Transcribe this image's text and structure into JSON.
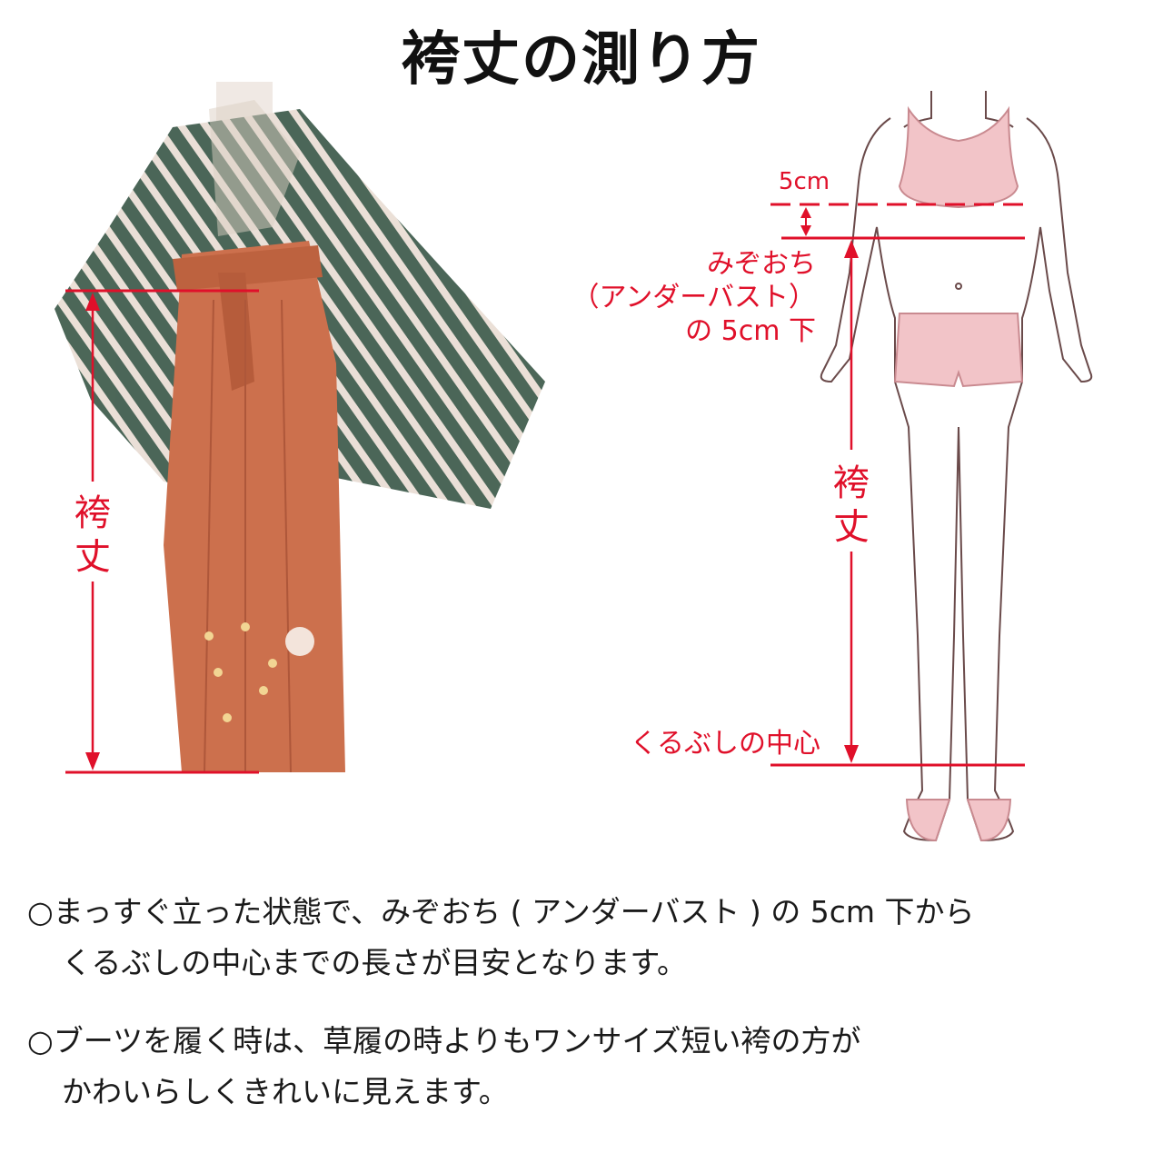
{
  "title": "袴丈の測り方",
  "colors": {
    "measure_red": "#e0102a",
    "hakama": "#c8643e",
    "kimono_green": "#3c5a4a",
    "body_pink": "#f2c4c8"
  },
  "left_figure": {
    "label_line1": "袴",
    "label_line2": "丈"
  },
  "right_figure": {
    "offset_label": "5cm",
    "top_label_1": "みぞおち",
    "top_label_2": "（アンダーバスト）",
    "top_label_3": "の 5cm 下",
    "length_label_1": "袴",
    "length_label_2": "丈",
    "bottom_label": "くるぶしの中心"
  },
  "notes": [
    {
      "line1": "○まっすぐ立った状態で、みぞおち ( アンダーバスト ) の 5cm 下から",
      "line2": "くるぶしの中心までの長さが目安となります。"
    },
    {
      "line1": "○ブーツを履く時は、草履の時よりもワンサイズ短い袴の方が",
      "line2": "かわいらしくきれいに見えます。"
    }
  ]
}
